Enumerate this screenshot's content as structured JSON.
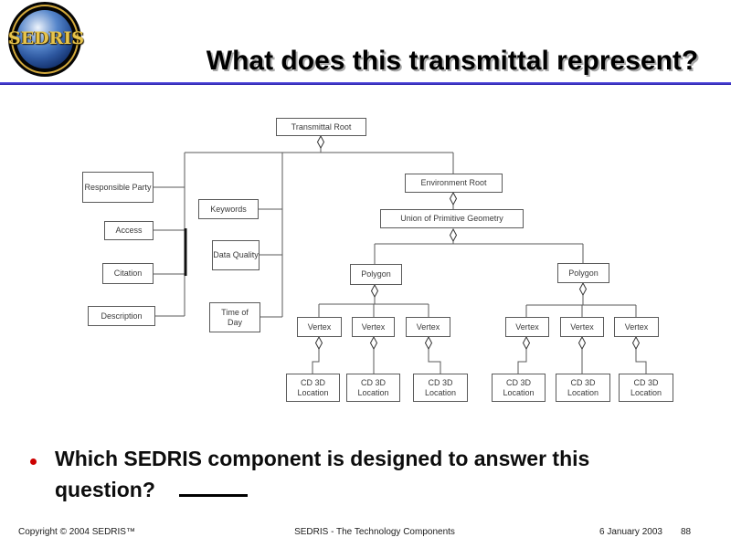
{
  "slide": {
    "title": "What does this transmittal represent?",
    "logo_text": "SEDRIS"
  },
  "diagram": {
    "nodes": {
      "transmittal_root": "Transmittal Root",
      "responsible_party": "Responsible Party",
      "access": "Access",
      "citation": "Citation",
      "description": "Description",
      "keywords": "Keywords",
      "data_quality": "Data Quality",
      "time_of_day": "Time of Day",
      "environment_root": "Environment Root",
      "union_of_primitive_geometry": "Union of Primitive Geometry",
      "polygon": "Polygon",
      "vertex": "Vertex",
      "cd_3d_location": "CD 3D Location"
    }
  },
  "question": {
    "line1": "Which SEDRIS component is designed to answer this",
    "line2": "question?"
  },
  "footer": {
    "copyright": "Copyright © 2004 SEDRIS™",
    "center": "SEDRIS - The Technology Components",
    "date": "6 January 2003",
    "page": "88"
  }
}
